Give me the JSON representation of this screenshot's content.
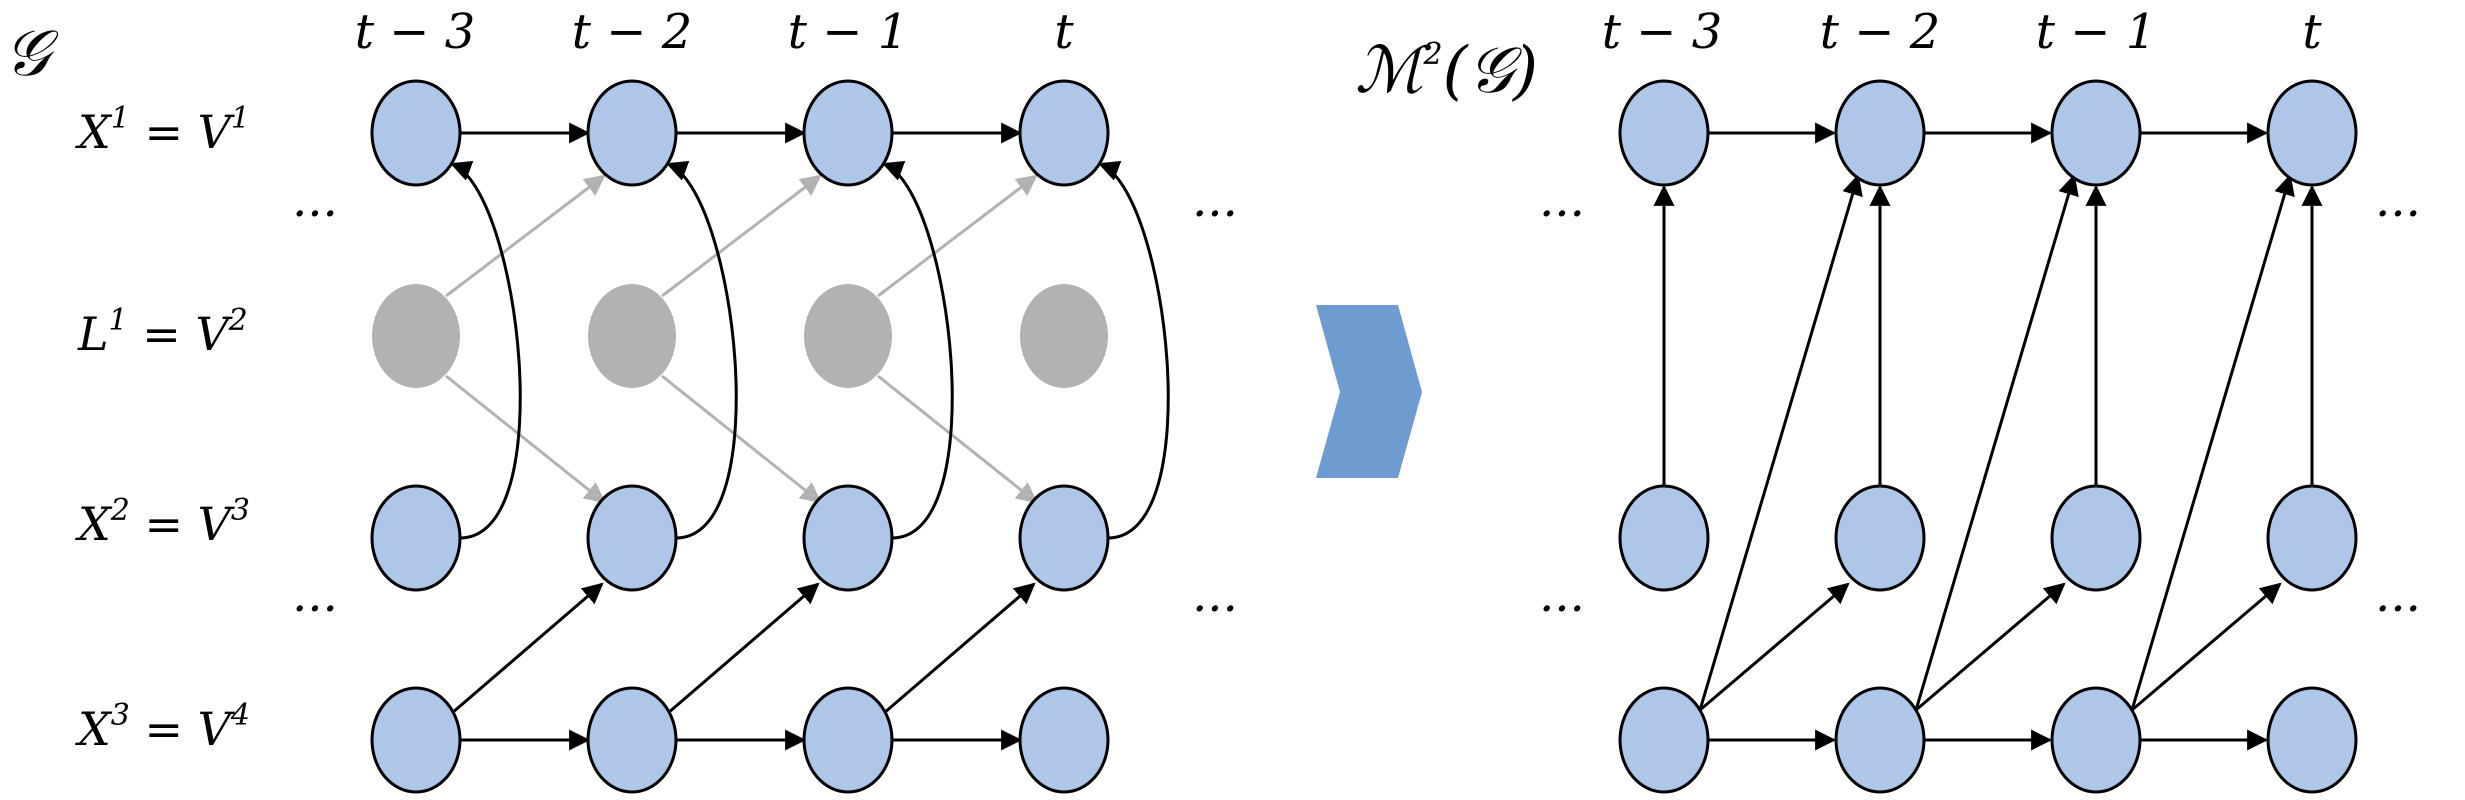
{
  "left": {
    "graph_symbol": "𝒢",
    "time_labels": [
      "t − 3",
      "t − 2",
      "t − 1",
      "t"
    ],
    "row_labels": [
      {
        "a": "X",
        "a_sup": "1",
        "b": "V",
        "b_sup": "1"
      },
      {
        "a": "L",
        "a_sup": "1",
        "b": "V",
        "b_sup": "2"
      },
      {
        "a": "X",
        "a_sup": "2",
        "b": "V",
        "b_sup": "3"
      },
      {
        "a": "X",
        "a_sup": "3",
        "b": "V",
        "b_sup": "4"
      }
    ],
    "ellipsis": "···"
  },
  "right": {
    "title_main": "ℳ",
    "title_sup": "2",
    "title_arg": "(𝒢)",
    "time_labels": [
      "t − 3",
      "t − 2",
      "t − 1",
      "t"
    ],
    "ellipsis": "···"
  },
  "colors": {
    "observed": "#aec6e8",
    "latent": "#b2b2b2",
    "edge": "#000000",
    "latent_edge": "#b2b2b2",
    "chevron": "#6f9cd0"
  }
}
